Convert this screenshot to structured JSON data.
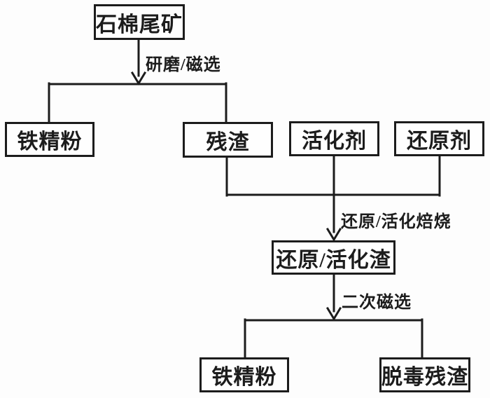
{
  "diagram": {
    "type": "flowchart",
    "colors": {
      "line": "#1c1c1c",
      "background": "#fdfdfd",
      "box_fill": "#fefefe"
    },
    "nodes": [
      {
        "id": "asbestos-tailings",
        "label": "石棉尾矿"
      },
      {
        "id": "iron-concentrate-top",
        "label": "铁精粉"
      },
      {
        "id": "residue",
        "label": "残渣"
      },
      {
        "id": "activator",
        "label": "活化剂"
      },
      {
        "id": "reducing-agent",
        "label": "还原剂"
      },
      {
        "id": "reduction-activation-slag",
        "label": "还原/活化渣"
      },
      {
        "id": "iron-concentrate-bottom",
        "label": "铁精粉"
      },
      {
        "id": "detoxified-residue",
        "label": "脱毒残渣"
      }
    ],
    "edge_labels": [
      {
        "id": "grinding-magnetic-separation",
        "label": "研磨/磁选"
      },
      {
        "id": "reduction-activation-roasting",
        "label": "还原/活化焙烧"
      },
      {
        "id": "secondary-magnetic-separation",
        "label": "二次磁选"
      }
    ]
  }
}
